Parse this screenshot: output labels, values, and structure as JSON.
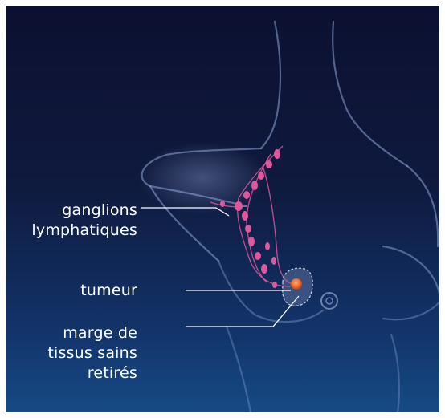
{
  "labels": {
    "ganglions": [
      "ganglions",
      "lymphatiques"
    ],
    "tumeur": [
      "tumeur"
    ],
    "marge": [
      "marge de",
      "tissus sains",
      "retirés"
    ]
  },
  "colors": {
    "background_top": "#0c1030",
    "background_bottom": "#164a84",
    "body_outline": "#8ea6d8",
    "lymph": "#e0579c",
    "tumor": "#ef6a2a",
    "leader_line": "#ffffff"
  }
}
